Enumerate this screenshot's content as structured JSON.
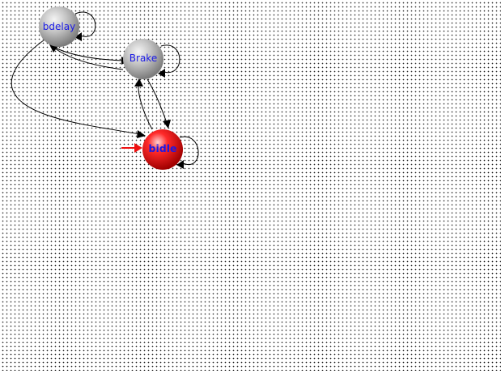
{
  "diagram": {
    "type": "state-machine",
    "states": [
      {
        "id": "bdelay",
        "label": "bdelay",
        "active": false,
        "fill": "#b5b5b5"
      },
      {
        "id": "Brake",
        "label": "Brake",
        "active": false,
        "fill": "#b5b5b5"
      },
      {
        "id": "bidle",
        "label": "bidle",
        "active": true,
        "initial": true,
        "fill": "#ff0a0a"
      }
    ],
    "transitions": [
      {
        "from": "bdelay",
        "to": "bdelay"
      },
      {
        "from": "Brake",
        "to": "Brake"
      },
      {
        "from": "bidle",
        "to": "bidle"
      },
      {
        "from": "bdelay",
        "to": "Brake"
      },
      {
        "from": "Brake",
        "to": "bdelay"
      },
      {
        "from": "Brake",
        "to": "bidle"
      },
      {
        "from": "bidle",
        "to": "Brake"
      },
      {
        "from": "bdelay",
        "to": "bidle"
      }
    ],
    "colors": {
      "label": "#1a1ae6",
      "edge": "#000000",
      "initial_arrow": "#ee1111",
      "inactive_state": "#b5b5b5",
      "active_state": "#ff0a0a"
    }
  }
}
